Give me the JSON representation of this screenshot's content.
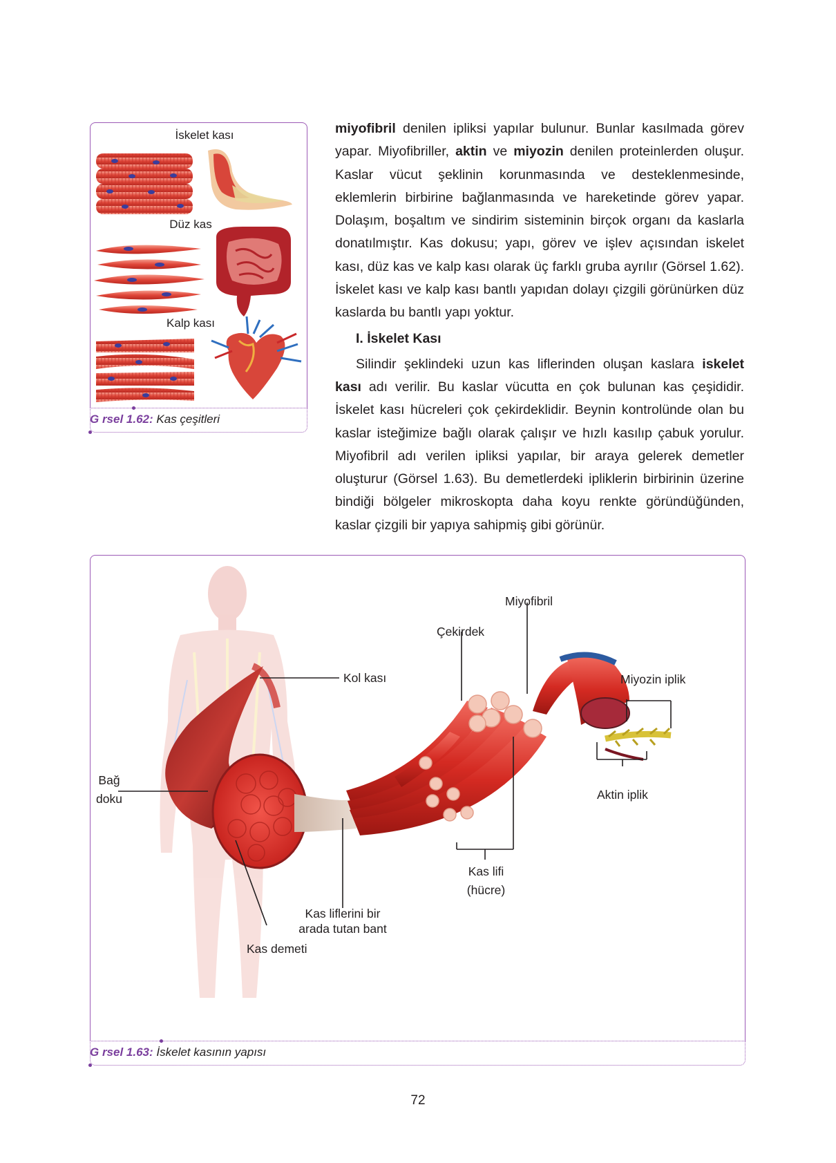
{
  "fig62": {
    "labels": {
      "skeletal": "İskelet kası",
      "smooth": "Düz kas",
      "cardiac": "Kalp kası"
    },
    "caption": {
      "number": "G  rsel 1.62:",
      "text": " Kas çeşitleri"
    }
  },
  "text": {
    "p1": {
      "s1": "miyofibril",
      "s2": " denilen ipliksi yapılar bulunur. Bunlar kasılmada görev yapar. Miyofibriller, ",
      "s3": "aktin",
      "s4": " ve ",
      "s5": "miyozin",
      "s6": " denilen proteinlerden oluşur. Kaslar vücut şeklinin korunmasında ve desteklenmesinde, eklemlerin birbirine bağlanmasında ve hareketinde görev yapar. Dolaşım, boşaltım ve sindirim sisteminin birçok organı da kaslarla donatılmıştır. Kas dokusu; yapı, görev ve işlev açısından iskelet kası, düz kas ve kalp kası olarak üç farklı gruba ayrılır (Görsel 1.62). İskelet kası ve kalp kası bantlı yapıdan dolayı çizgili görünürken düz kaslarda bu bantlı yapı yoktur."
    },
    "heading": "I. İskelet Kası",
    "p2": {
      "s1": "Silindir şeklindeki uzun kas liflerinden oluşan kaslara ",
      "s2": "iskelet kası",
      "s3": " adı verilir. Bu kaslar vücutta en çok bulunan kas çeşididir. İskelet kası hücreleri çok çekirdeklidir. Beynin kontrolünde olan bu kaslar isteğimize bağlı olarak çalışır ve hızlı kasılıp çabuk yorulur. Miyofibril adı verilen ipliksi yapılar, bir araya gelerek demetler oluşturur (Görsel 1.63). Bu demetlerdeki ipliklerin birbirinin üzerine bindiği bölgeler mikroskopta daha koyu renkte göründüğünden, kaslar çizgili bir yapıya sahipmiş gibi görünür."
    }
  },
  "fig63": {
    "labels": {
      "miyofibril": "Miyofibril",
      "cekirdek": "Çekirdek",
      "kol_kasi": "Kol kası",
      "miyozin": "Miyozin iplik",
      "bag_doku_1": "Bağ",
      "bag_doku_2": "doku",
      "aktin": "Aktin iplik",
      "kas_lifi_1": "Kas lifi",
      "kas_lifi_2": "(hücre)",
      "bant_1": "Kas liflerini bir",
      "bant_2": "arada tutan bant",
      "kas_demeti": "Kas demeti"
    },
    "caption": {
      "number": "G  rsel 1.63:",
      "text": " İskelet kasının yapısı"
    }
  },
  "page_number": "72",
  "colors": {
    "accent": "#7b3f9e",
    "muscle": "#d9302c",
    "border": "#9b59b6"
  }
}
